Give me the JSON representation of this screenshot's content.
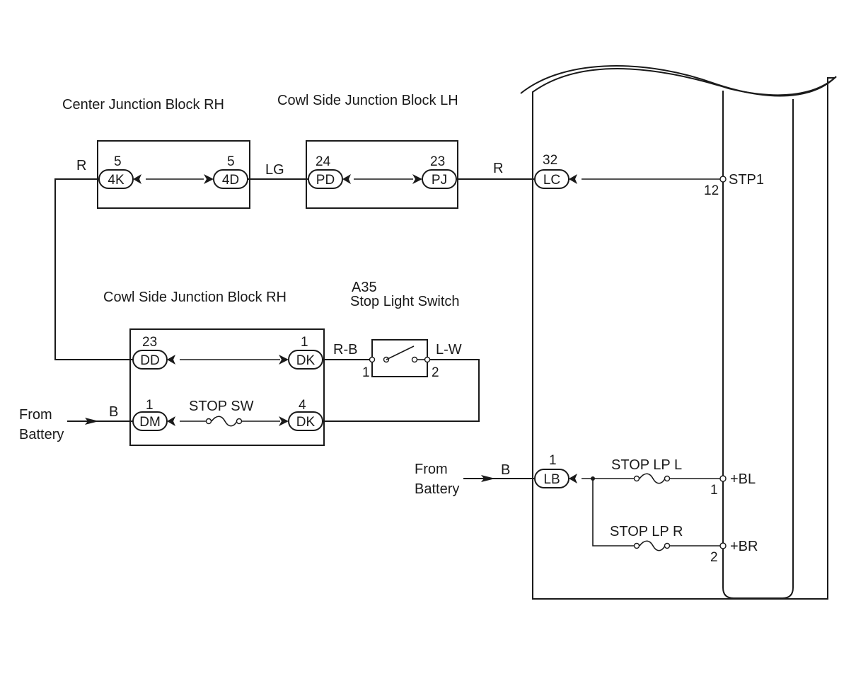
{
  "blocks": {
    "center_jb_rh": {
      "title": "Center Junction Block RH",
      "left_pin": "5",
      "left_conn": "4K",
      "right_pin": "5",
      "right_conn": "4D"
    },
    "cowl_jb_lh": {
      "title": "Cowl Side Junction Block LH",
      "left_pin": "24",
      "left_conn": "PD",
      "right_pin": "23",
      "right_conn": "PJ"
    },
    "cowl_jb_rh": {
      "title": "Cowl Side Junction Block RH",
      "top_left_pin": "23",
      "top_left_conn": "DD",
      "top_right_pin": "1",
      "top_right_conn": "DK",
      "bottom_left_pin": "1",
      "bottom_left_conn": "DM",
      "bottom_right_pin": "4",
      "bottom_right_conn": "DK",
      "fuse_label": "STOP SW"
    }
  },
  "stop_light_switch": {
    "code": "A35",
    "name": "Stop Light Switch",
    "pin_left": "1",
    "pin_right": "2"
  },
  "wires": {
    "r_left": "R",
    "lg": "LG",
    "r_right": "R",
    "rb": "R-B",
    "lw": "L-W",
    "b_left": "B",
    "b_right": "B"
  },
  "sources": {
    "left": {
      "line1": "From",
      "line2": "Battery"
    },
    "right": {
      "line1": "From",
      "line2": "Battery"
    }
  },
  "right_assembly": {
    "lc_pin": "32",
    "lc_conn": "LC",
    "lb_pin": "1",
    "lb_conn": "LB",
    "stp1_label": "STP1",
    "stp1_pin": "12",
    "bl_label": "+BL",
    "bl_pin": "1",
    "br_label": "+BR",
    "br_pin": "2",
    "fuse_l": "STOP LP L",
    "fuse_r": "STOP LP R"
  }
}
